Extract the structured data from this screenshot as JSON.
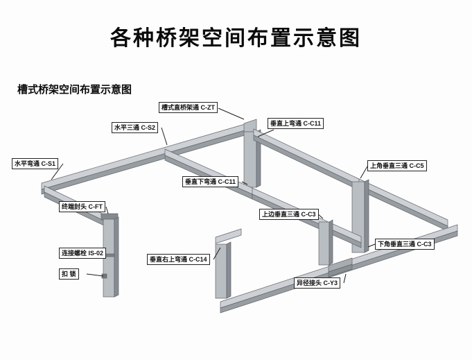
{
  "page": {
    "title": "各种桥架空间布置示意图",
    "subtitle": "槽式桥架空间布置示意图"
  },
  "diagram": {
    "description": "槽式桥架空间布置 isometric cable tray layout",
    "labels": [
      {
        "id": "c-zt",
        "text": "槽式直桥架通 C-ZT"
      },
      {
        "id": "c-s2",
        "text": "水平三通 C-S2"
      },
      {
        "id": "c-c11-up",
        "text": "垂直上弯通 C-C11"
      },
      {
        "id": "c-s1",
        "text": "水平弯通 C-S1"
      },
      {
        "id": "c-c11-down",
        "text": "垂直下弯通 C-C11"
      },
      {
        "id": "c-c5",
        "text": "上角垂直三通 C-C5"
      },
      {
        "id": "c-ft",
        "text": "终端封头 C-FT"
      },
      {
        "id": "c-c3-upper",
        "text": "上边垂直三通 C-C3"
      },
      {
        "id": "is-02",
        "text": "连接螺栓 IS-02"
      },
      {
        "id": "c-c14",
        "text": "垂直右上弯通 C-C14"
      },
      {
        "id": "c-c3-lower",
        "text": "下角垂直三通 C-C3"
      },
      {
        "id": "lock",
        "text": "扣  锁"
      },
      {
        "id": "c-y3",
        "text": "异径接头 C-Y3"
      }
    ],
    "colors": {
      "tray_top": "#cdd1d5",
      "tray_side": "#989da2",
      "tray_front": "#b9bec3",
      "column_side": "#878c92",
      "fitting_dark": "#848990",
      "outline": "#60646a",
      "leader_line": "#1c1c1c"
    }
  }
}
